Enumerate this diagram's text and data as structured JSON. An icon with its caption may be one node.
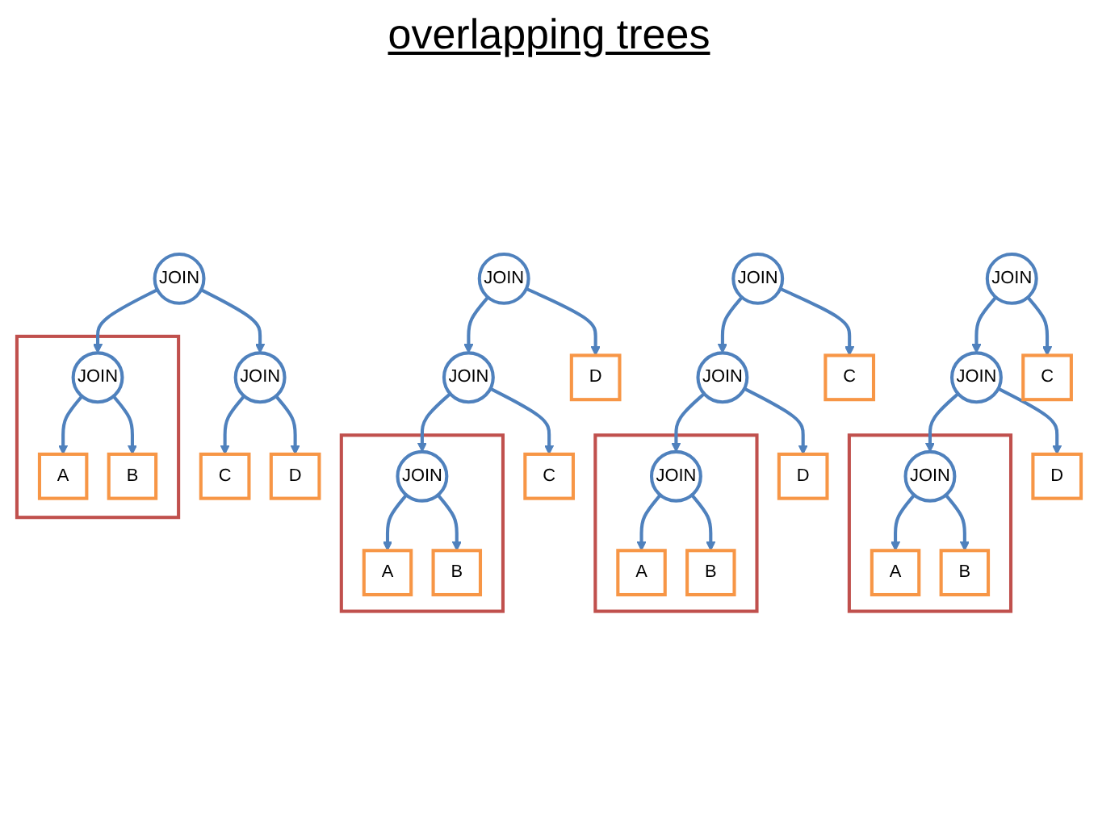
{
  "diagram": {
    "title": "overlapping trees",
    "nodes": [
      {
        "text": [
          "JOIN"
        ]
      },
      {
        "text": [],
        "shape": "box"
      },
      {
        "text": [
          "JOIN"
        ],
        "in": 1
      },
      {
        "text": [
          "A"
        ],
        "in": 1
      },
      {
        "text": [
          "B"
        ],
        "in": 1
      },
      {
        "text": [
          "JOIN"
        ]
      },
      {
        "text": [
          "C"
        ]
      },
      {
        "text": [
          "D"
        ]
      },
      {
        "text": [
          "JOIN"
        ]
      },
      {
        "text": [
          "JOIN"
        ]
      },
      {
        "text": [],
        "shape": "box"
      },
      {
        "text": [
          "JOIN"
        ],
        "in": 10
      },
      {
        "text": [
          "A"
        ],
        "in": 10
      },
      {
        "text": [
          "B"
        ],
        "in": 10
      },
      {
        "text": [
          "C"
        ]
      },
      {
        "text": [
          "D"
        ]
      },
      {
        "text": [
          "JOIN"
        ]
      },
      {
        "text": [
          "JOIN"
        ]
      },
      {
        "text": [],
        "shape": "box"
      },
      {
        "text": [
          "JOIN"
        ],
        "in": 18
      },
      {
        "text": [
          "A"
        ],
        "in": 18
      },
      {
        "text": [
          "B"
        ],
        "in": 18
      },
      {
        "text": [
          "D"
        ]
      },
      {
        "text": [
          "C"
        ]
      },
      {
        "text": [
          "JOIN"
        ]
      },
      {
        "text": [
          "JOIN"
        ]
      },
      {
        "text": [],
        "shape": "box"
      },
      {
        "text": [
          "JOIN"
        ],
        "in": 26
      },
      {
        "text": [
          "C"
        ]
      },
      {
        "text": [
          "D"
        ]
      },
      {
        "text": [
          "A"
        ],
        "in": 26
      },
      {
        "text": [
          "B"
        ],
        "in": 26
      }
    ],
    "edges": [
      {
        "from": 0,
        "to": 2,
        "arrow": "to"
      },
      {
        "from": 0,
        "to": 5,
        "arrow": "to"
      },
      {
        "from": 2,
        "to": 3,
        "arrow": "to"
      },
      {
        "from": 2,
        "to": 4,
        "arrow": "to"
      },
      {
        "from": 5,
        "to": 6,
        "arrow": "to"
      },
      {
        "from": 5,
        "to": 7,
        "arrow": "to"
      },
      {
        "from": 8,
        "to": 9,
        "arrow": "to"
      },
      {
        "from": 8,
        "to": 15,
        "arrow": "to"
      },
      {
        "from": 9,
        "to": 11,
        "arrow": "to"
      },
      {
        "from": 9,
        "to": 14,
        "arrow": "to"
      },
      {
        "from": 11,
        "to": 12,
        "arrow": "to"
      },
      {
        "from": 11,
        "to": 13,
        "arrow": "to"
      },
      {
        "from": 16,
        "to": 17,
        "arrow": "to"
      },
      {
        "from": 16,
        "to": 23,
        "arrow": "to"
      },
      {
        "from": 17,
        "to": 19,
        "arrow": "to"
      },
      {
        "from": 17,
        "to": 22,
        "arrow": "to"
      },
      {
        "from": 19,
        "to": 20,
        "arrow": "to"
      },
      {
        "from": 19,
        "to": 21,
        "arrow": "to"
      },
      {
        "from": 24,
        "to": 25,
        "arrow": "to"
      },
      {
        "from": 24,
        "to": 28,
        "arrow": "to"
      },
      {
        "from": 25,
        "to": 27,
        "arrow": "to"
      },
      {
        "from": 25,
        "to": 29,
        "arrow": "to"
      },
      {
        "from": 27,
        "to": 30,
        "arrow": "to"
      },
      {
        "from": 27,
        "to": 31,
        "arrow": "to"
      }
    ]
  }
}
